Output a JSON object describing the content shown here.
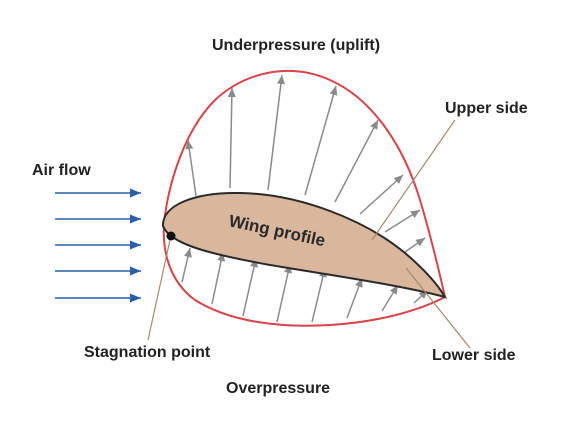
{
  "labels": {
    "underpressure": "Underpressure (uplift)",
    "upper_side": "Upper side",
    "air_flow": "Air flow",
    "wing_profile": "Wing profile",
    "stagnation_point": "Stagnation point",
    "lower_side": "Lower side",
    "overpressure": "Overpressure"
  },
  "colors": {
    "envelope": "#d9434a",
    "wing_fill": "#d8b79c",
    "wing_stroke": "#2a2a2a",
    "pressure_arrow": "#8a8a8a",
    "airflow_arrow": "#2a5fa8",
    "leader_line": "#a68a6a",
    "text": "#222222"
  }
}
